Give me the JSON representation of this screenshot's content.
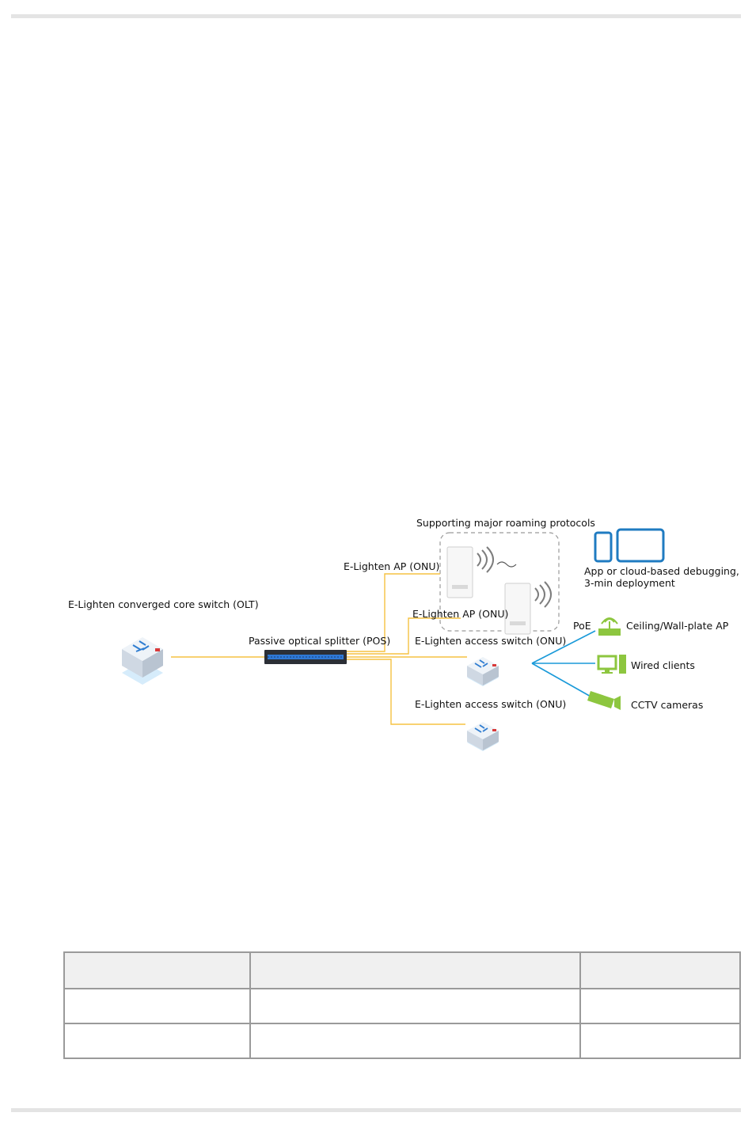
{
  "diagram": {
    "roaming_label": "Supporting major roaming protocols",
    "ap_top_label": "E-Lighten AP (ONU)",
    "ap_bottom_label": "E-Lighten AP (ONU)",
    "core_label": "E-Lighten converged core switch (OLT)",
    "splitter_label": "Passive optical splitter (POS)",
    "access_switch_top_label": "E-Lighten access switch (ONU)",
    "access_switch_bottom_label": "E-Lighten access switch (ONU)",
    "app_label_line1": "App or cloud-based debugging,",
    "app_label_line2": "3-min deployment",
    "poe_label": "PoE",
    "ceiling_ap_label": "Ceiling/Wall-plate  AP",
    "wired_clients_label": "Wired clients",
    "cctv_label": "CCTV cameras",
    "colors": {
      "fiber": "#f5c242",
      "ethernet": "#1a9ad9",
      "device_icon": "#8dc63f",
      "mobile_icon": "#1f7bc1"
    }
  },
  "table": {
    "headers": [
      "",
      "",
      ""
    ],
    "rows": [
      [
        "",
        "",
        ""
      ],
      [
        "",
        "",
        ""
      ]
    ]
  }
}
